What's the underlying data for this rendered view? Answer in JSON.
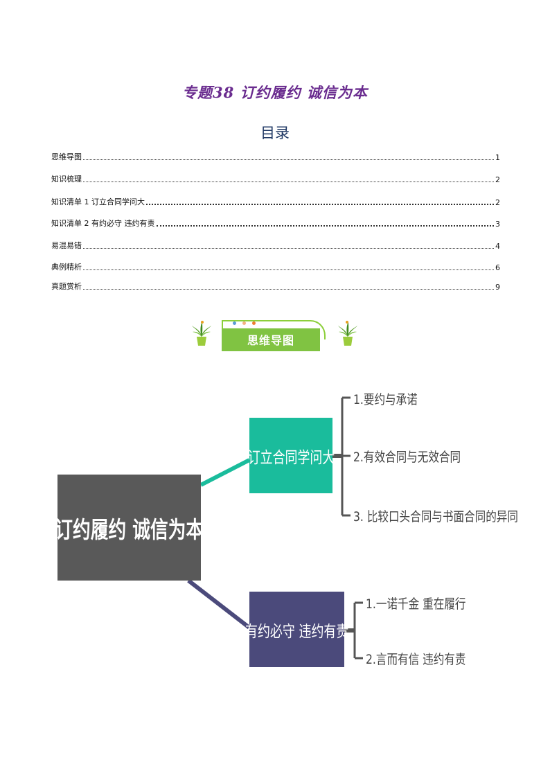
{
  "title": "专题38 订约履约 诚信为本",
  "toc": {
    "heading": "目录",
    "entries": [
      {
        "label": "思维导图",
        "page": "1"
      },
      {
        "label": "知识梳理",
        "page": "2"
      },
      {
        "label": "知识清单 1 订立合同学问大",
        "page": "2"
      },
      {
        "label": "知识清单 2  有约必守    违约有责",
        "page": "3"
      },
      {
        "label": "易混易错",
        "page": "4"
      },
      {
        "label": "典例精析",
        "page": "6"
      },
      {
        "label": "真题赏析",
        "page": "9"
      }
    ]
  },
  "banner": {
    "label": "思维导图"
  },
  "mindmap": {
    "root": "订约履约 诚信为本",
    "branches": [
      {
        "label": "订立合同学问大",
        "color": "#1abc9c",
        "items": [
          "1.要约与承诺",
          "2.有效合同与无效合同",
          "3. 比较口头合同与书面合同的异同"
        ]
      },
      {
        "label": "有约必守 违约有责",
        "color": "#4b4a7b",
        "items": [
          "1.一诺千金 重在履行",
          "2.言而有信 违约有责"
        ]
      }
    ],
    "root_color": "#595959"
  },
  "colors": {
    "title": "#6a2c8f",
    "toc_heading": "#1f3864",
    "banner": "#80c342"
  }
}
